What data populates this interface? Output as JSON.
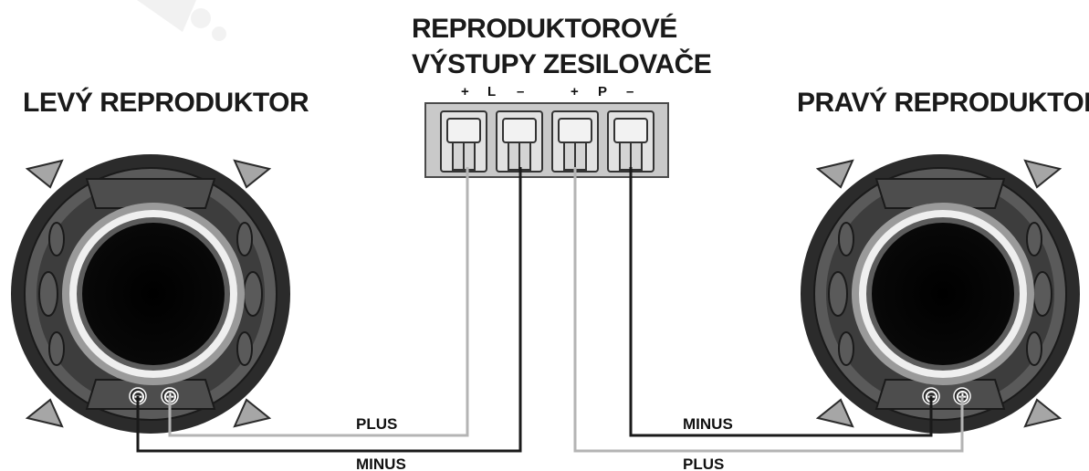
{
  "diagram": {
    "header_line1": "REPRODUKTOROVÉ",
    "header_line2": "VÝSTUPY ZESILOVAČE",
    "left_speaker_title": "LEVÝ REPRODUKTOR",
    "right_speaker_title": "PRAVÝ REPRODUKTOR",
    "terminal_labels": {
      "left_plus": "+",
      "left_channel": "L",
      "left_minus": "–",
      "right_plus": "+",
      "right_channel": "P",
      "right_minus": "–"
    },
    "wire_labels": {
      "left_plus": "PLUS",
      "left_minus": "MINUS",
      "right_minus": "MINUS",
      "right_plus": "PLUS"
    },
    "speaker_polarity": {
      "minus_glyph": "⊖",
      "plus_glyph": "⊕"
    },
    "colors": {
      "plus_wire": "#b4b4b4",
      "minus_wire": "#1a1a1a",
      "speaker_dark": "#2b2b2b",
      "speaker_mid": "#5a5a5a",
      "terminal_block": "#c9c9c9"
    }
  }
}
